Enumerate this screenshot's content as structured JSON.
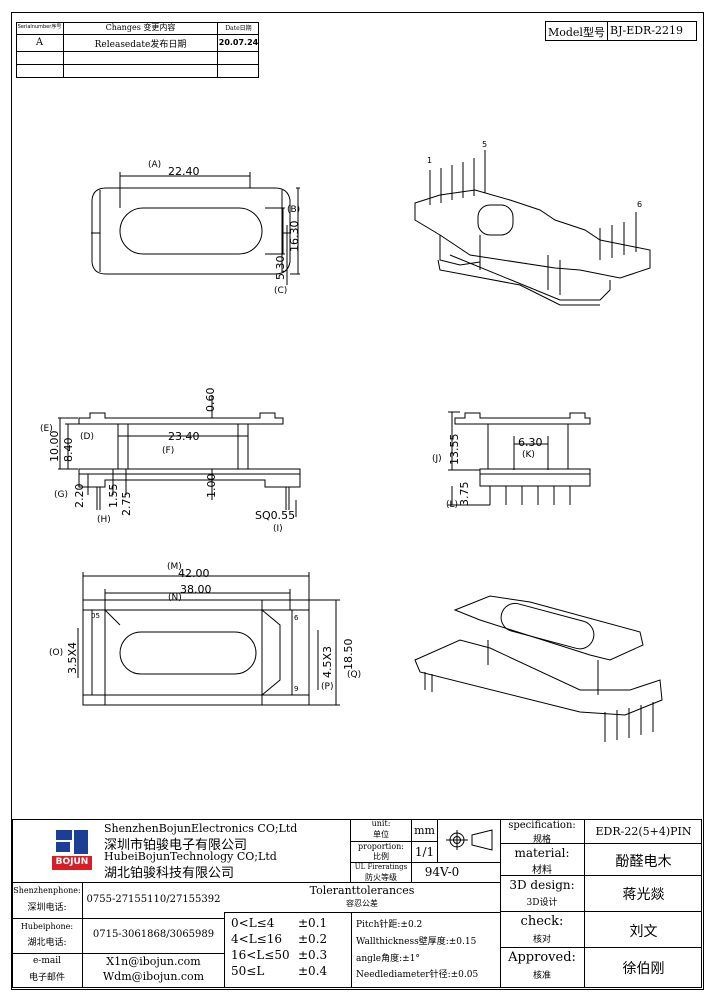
{
  "revision_table": {
    "headers": {
      "serial": "Serialnumber序号",
      "changes": "Changes 变更内容",
      "date": "Date日期"
    },
    "rows": [
      {
        "serial": "A",
        "changes": "Releasedate发布日期",
        "date": "20.07.24"
      }
    ]
  },
  "model": {
    "label": "Model型号",
    "value": "BJ-EDR-2219"
  },
  "top_view": {
    "dim_width": "22.40",
    "label_width": "(A)",
    "dim_height": "16.30",
    "label_height": "(B)",
    "dim_slot": "5.30",
    "label_slot": "(C)"
  },
  "iso_top": {
    "pin_left": "1",
    "pin_right_top": "5",
    "pin_right": "6"
  },
  "side_view": {
    "dim_e": "10.00",
    "label_e": "(E)",
    "dim_d": "8.40",
    "label_d": "(D)",
    "dim_top": "0.60",
    "dim_f": "23.40",
    "label_f": "(F)",
    "dim_g": "2.20",
    "label_g": "(G)",
    "dim_h1": "1.55",
    "dim_h2": "2.75",
    "label_h": "(H)",
    "dim_pin_off": "1.00",
    "dim_i": "SQ0.55",
    "label_i": "(I)"
  },
  "end_view": {
    "dim_j": "13.55",
    "label_j": "(J)",
    "dim_k": "6.30",
    "label_k": "(K)",
    "dim_l": "3.75",
    "label_l": "(L)"
  },
  "bottom_view": {
    "dim_m": "42.00",
    "label_m": "(M)",
    "dim_n": "38.00",
    "label_n": "(N)",
    "dim_o": "3.5X4",
    "label_o": "(O)",
    "dim_p": "4.5X3",
    "label_p": "(P)",
    "dim_q": "18.50",
    "label_q": "(Q)",
    "pin_05": "05",
    "pin_6": "6",
    "pin_9": "9"
  },
  "company": {
    "name_en_1": "ShenzhenBojunElectronics CO;Ltd",
    "name_cn_1": "深圳市铂骏电子有限公司",
    "name_en_2": "HubeiBojunTechnology CO;Ltd",
    "name_cn_2": "湖北铂骏科技有限公司",
    "logo_text": "BOJUN"
  },
  "unit": {
    "label": "unit:",
    "label_cn": "单位",
    "value": "mm"
  },
  "proportion": {
    "label": "proportion:",
    "label_cn": "比例",
    "value": "1/1"
  },
  "fire": {
    "label": "UL Fireratings",
    "label_cn": "防火等级",
    "value": "94V-0"
  },
  "contacts": [
    {
      "label": "Shenzhenphone:",
      "label_cn": "深圳电话:",
      "value": "0755-27155110/27155392"
    },
    {
      "label": "Hubeiphone:",
      "label_cn": "湖北电话:",
      "value": "0715-3061868/3065989"
    },
    {
      "label": "e-mail",
      "label_cn": "电子邮件",
      "value1": "X1n@ibojun.com",
      "value2": "Wdm@ibojun.com"
    }
  ],
  "tolerances": {
    "title": "Toleranttolerances",
    "title_cn": "容忍公差",
    "ranges": [
      {
        "range": "0<L≤4",
        "tol": "±0.1"
      },
      {
        "range": "4<L≤16",
        "tol": "±0.2"
      },
      {
        "range": "16<L≤50",
        "tol": "±0.3"
      },
      {
        "range": "50≤L",
        "tol": "±0.4"
      }
    ],
    "notes": [
      "Pitch针距:±0.2",
      "Wallthickness壁厚度:±0.15",
      "angle角度:±1°",
      "Needlediameter针径:±0.05"
    ]
  },
  "specification": {
    "label": "specification:",
    "label_cn": "规格",
    "value": "EDR-22(5+4)PIN"
  },
  "material": {
    "label": "material:",
    "label_cn": "材料",
    "value": "酚醛电木"
  },
  "design": {
    "label": "3D design:",
    "label_cn": "3D设计",
    "value": "蒋光燚"
  },
  "check": {
    "label": "check:",
    "label_cn": "核对",
    "value": "刘文"
  },
  "approved": {
    "label": "Approved:",
    "label_cn": "核准",
    "value": "徐伯刚"
  }
}
